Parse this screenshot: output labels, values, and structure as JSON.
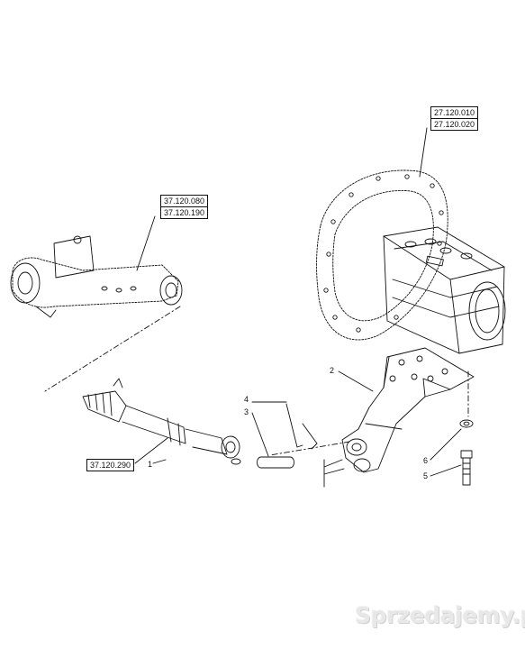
{
  "references": {
    "hitch_upper_1": "27.120.010",
    "hitch_upper_2": "27.120.020",
    "cylinder_1": "37.120.080",
    "cylinder_2": "37.120.190",
    "link_ref": "37.120.290"
  },
  "callouts": {
    "link": "1",
    "bracket": "2",
    "pin": "3",
    "clip": "4",
    "bolt": "5",
    "washer": "6"
  },
  "watermark": {
    "brand": "Sprzedajemy",
    "tld": ".pl"
  },
  "colors": {
    "line": "#111111",
    "watermark": "#e8e8e8"
  }
}
